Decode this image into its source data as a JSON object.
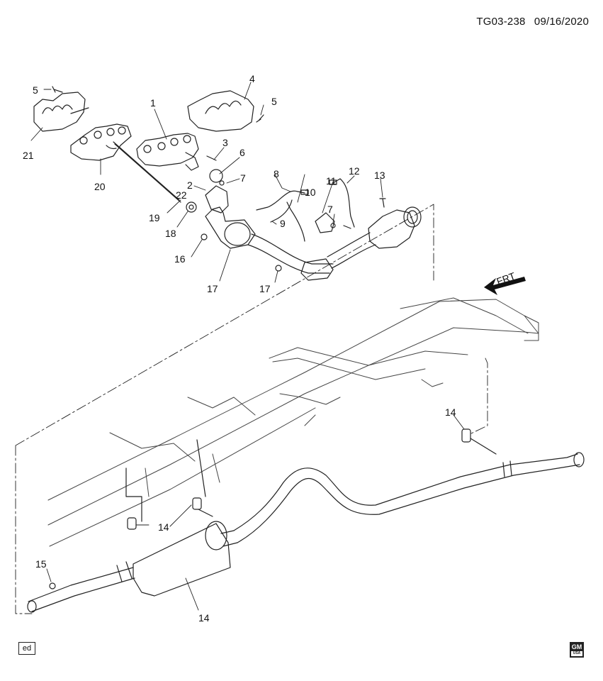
{
  "header": {
    "diagram_code": "TG03-238",
    "date": "09/16/2020"
  },
  "direction_marker": "FRT",
  "callouts": [
    "1",
    "2",
    "3",
    "4",
    "5",
    "5",
    "6",
    "7",
    "7",
    "8",
    "9",
    "10",
    "11",
    "12",
    "13",
    "14",
    "14",
    "14",
    "15",
    "16",
    "17",
    "17",
    "18",
    "19",
    "20",
    "21",
    "22"
  ],
  "footer": {
    "box_label": "ed",
    "logo_top": "GM",
    "logo_bottom": "USA"
  }
}
